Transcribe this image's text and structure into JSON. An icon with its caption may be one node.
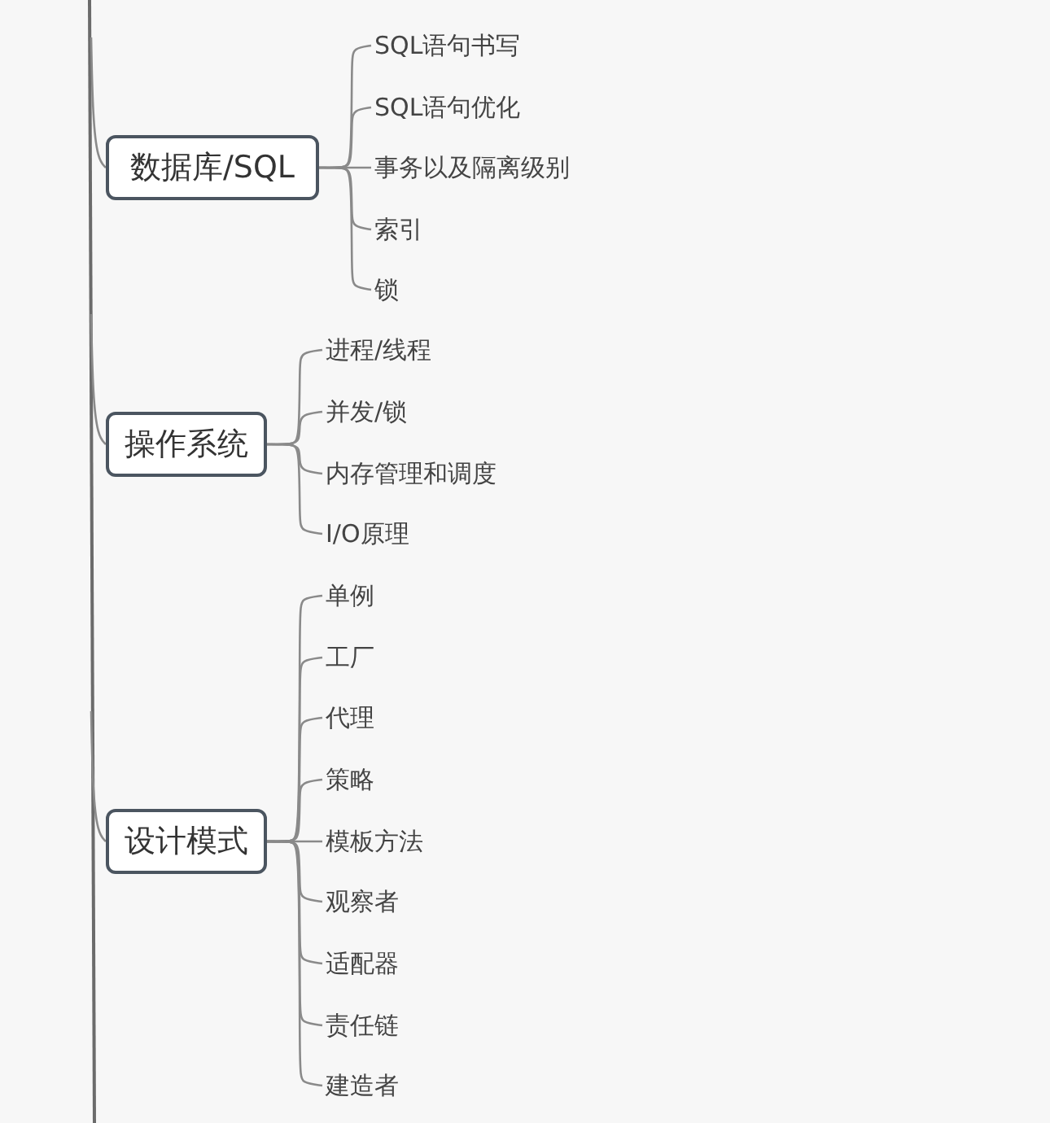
{
  "diagram": {
    "nodes": [
      {
        "text": [
          "数据库/SQL"
        ]
      },
      {
        "text": [
          "SQL语句书写"
        ]
      },
      {
        "text": [
          "SQL语句优化"
        ]
      },
      {
        "text": [
          "事务以及隔离级别"
        ]
      },
      {
        "text": [
          "索引"
        ]
      },
      {
        "text": [
          "锁"
        ]
      },
      {
        "text": [
          "操作系统"
        ]
      },
      {
        "text": [
          "进程/线程"
        ]
      },
      {
        "text": [
          "并发/锁"
        ]
      },
      {
        "text": [
          "内存管理和调度"
        ]
      },
      {
        "text": [
          "I/O原理"
        ]
      },
      {
        "text": [
          "设计模式"
        ]
      },
      {
        "text": [
          "单例"
        ]
      },
      {
        "text": [
          "工厂"
        ]
      },
      {
        "text": [
          "代理"
        ]
      },
      {
        "text": [
          "策略"
        ]
      },
      {
        "text": [
          "模板方法"
        ]
      },
      {
        "text": [
          "观察者"
        ]
      },
      {
        "text": [
          "适配器"
        ]
      },
      {
        "text": [
          "责任链"
        ]
      },
      {
        "text": [
          "建造者"
        ]
      }
    ],
    "edges": [
      {
        "from": null,
        "to": 0,
        "arrow": "none"
      },
      {
        "from": 0,
        "to": 1,
        "arrow": "none"
      },
      {
        "from": 0,
        "to": 2,
        "arrow": "none"
      },
      {
        "from": 0,
        "to": 3,
        "arrow": "none"
      },
      {
        "from": 0,
        "to": 4,
        "arrow": "none"
      },
      {
        "from": 0,
        "to": 5,
        "arrow": "none"
      },
      {
        "from": null,
        "to": 6,
        "arrow": "none"
      },
      {
        "from": 6,
        "to": 7,
        "arrow": "none"
      },
      {
        "from": 6,
        "to": 8,
        "arrow": "none"
      },
      {
        "from": 6,
        "to": 9,
        "arrow": "none"
      },
      {
        "from": 6,
        "to": 10,
        "arrow": "none"
      },
      {
        "from": null,
        "to": 11,
        "arrow": "none"
      },
      {
        "from": 11,
        "to": 12,
        "arrow": "none"
      },
      {
        "from": 11,
        "to": 13,
        "arrow": "none"
      },
      {
        "from": 11,
        "to": 14,
        "arrow": "none"
      },
      {
        "from": 11,
        "to": 15,
        "arrow": "none"
      },
      {
        "from": 11,
        "to": 16,
        "arrow": "none"
      },
      {
        "from": 11,
        "to": 17,
        "arrow": "none"
      },
      {
        "from": 11,
        "to": 18,
        "arrow": "none"
      },
      {
        "from": 11,
        "to": 19,
        "arrow": "none"
      },
      {
        "from": 11,
        "to": 20,
        "arrow": "none"
      }
    ]
  }
}
